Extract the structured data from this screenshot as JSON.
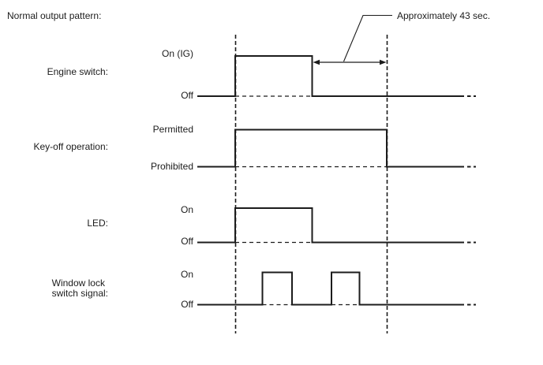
{
  "title": "Normal output pattern:",
  "annotation": {
    "text": "Approximately 43 sec.",
    "measures": "time between engine switch off and key-off operation prohibited"
  },
  "signals": [
    {
      "name": "Engine switch:",
      "high": "On (IG)",
      "low": "Off"
    },
    {
      "name": "Key-off operation:",
      "high": "Permitted",
      "low": "Prohibited"
    },
    {
      "name": "LED:",
      "high": "On",
      "low": "Off"
    },
    {
      "name": "Window lock\nswitch signal:",
      "high": "On",
      "low": "Off"
    }
  ],
  "colors": {
    "line": "#1c1c1c",
    "background": "#ffffff"
  }
}
